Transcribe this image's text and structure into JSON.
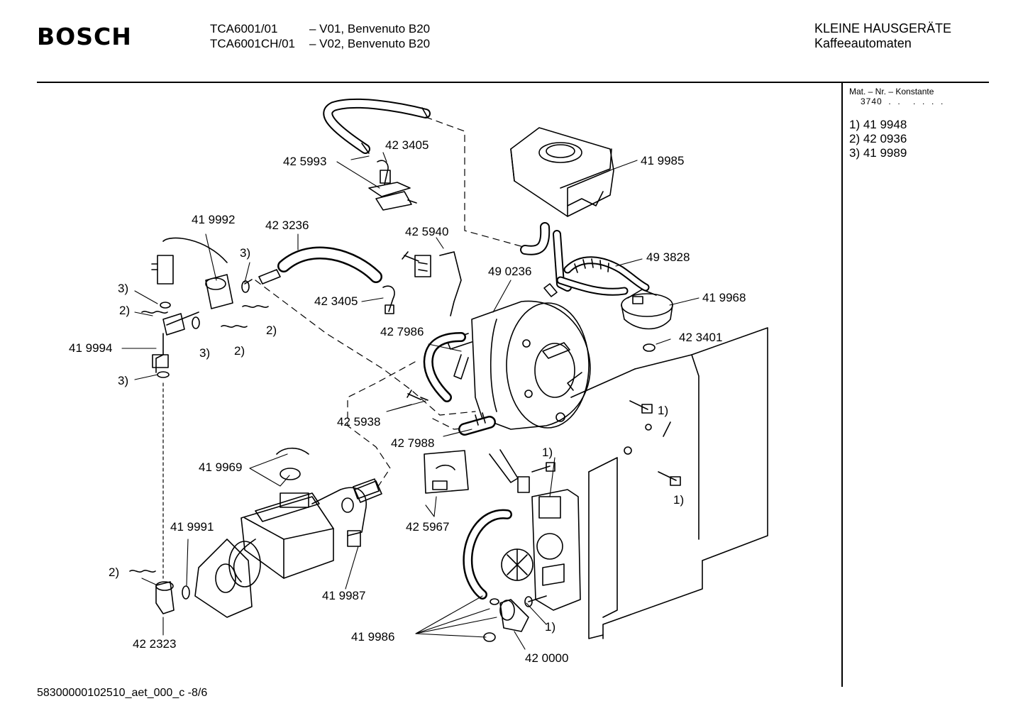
{
  "header": {
    "brand": "BOSCH",
    "models": [
      {
        "code": "TCA6001/01",
        "variant": "– V01, Benvenuto B20"
      },
      {
        "code": "TCA6001CH/01",
        "variant": "– V02, Benvenuto B20"
      }
    ],
    "category": "KLEINE HAUSGERÄTE",
    "subcategory": "Kaffeeautomaten"
  },
  "sidebar": {
    "konstante_heading": "Mat. – Nr. – Konstante",
    "konstante_value": "3740  .  .    .  .  .  .",
    "footnotes": [
      "1) 41 9948",
      "2) 42 0936",
      "3) 41 9989"
    ]
  },
  "labels": [
    "42 5993",
    "42 3405",
    "41 9985",
    "41 9992",
    "42 3236",
    "3)",
    "42 5940",
    "49 0236",
    "49 3828",
    "3)",
    "2)",
    "2)",
    "42 3405",
    "41 9968",
    "41 9994",
    "3)",
    "2)",
    "42 7986",
    "42 3401",
    "3)",
    "1)",
    "42 5938",
    "42 7988",
    "1)",
    "41 9969",
    "1)",
    "42 5967",
    "41 9991",
    "2)",
    "41 9987",
    "41 9986",
    "1)",
    "42 2323",
    "42 0000"
  ],
  "footer": {
    "doc_id": "58300000102510_aet_000_c -8/6"
  }
}
